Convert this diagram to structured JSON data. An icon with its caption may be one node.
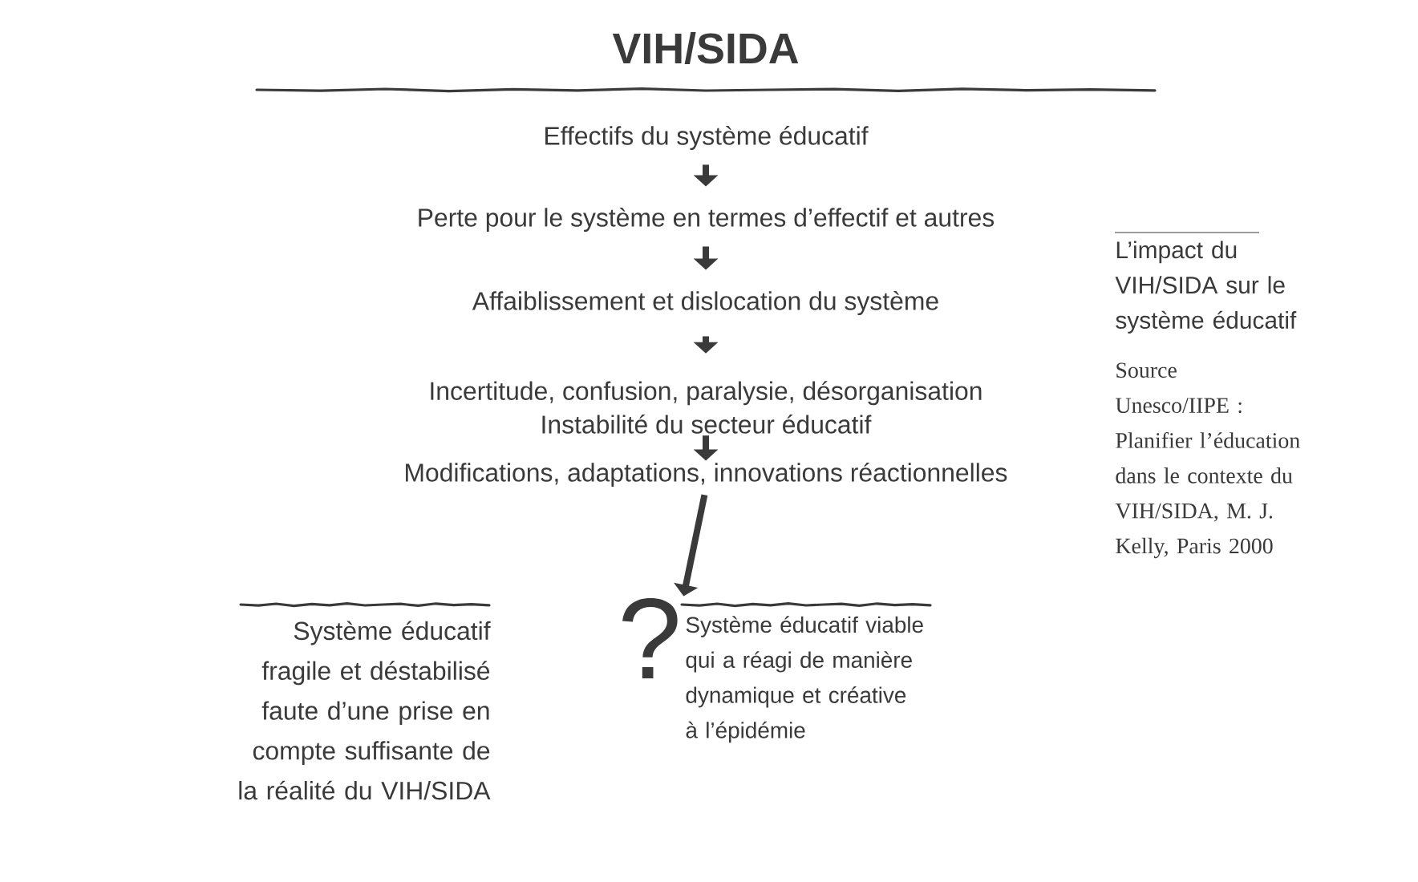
{
  "diagram": {
    "title": "VIH/SIDA",
    "caption": "L’impact du VIH/SIDA sur le système éducatif",
    "nodes": [
      {
        "text": [
          "Effectifs du système éducatif"
        ]
      },
      {
        "text": [
          "Perte pour le système en termes d’effectif et autres"
        ]
      },
      {
        "text": [
          "Affaiblissement et dislocation du système"
        ]
      },
      {
        "text": [
          "Incertitude, confusion, paralysie, désorganisation",
          "Instabilité du secteur éducatif"
        ]
      },
      {
        "text": [
          "Modifications, adaptations, innovations réactionnelles"
        ]
      },
      {
        "text": [
          "?"
        ]
      }
    ],
    "edges": [
      {
        "from": 0,
        "to": 1,
        "arrow": "to"
      },
      {
        "from": 1,
        "to": 2,
        "arrow": "to"
      },
      {
        "from": 2,
        "to": 3,
        "arrow": "to"
      },
      {
        "from": 3,
        "to": 4,
        "arrow": "to"
      },
      {
        "from": 4,
        "to": 5,
        "arrow": "to"
      }
    ],
    "labels": [
      "Système éducatif fragile et déstabilisé faute d’une prise en compte suffisante de la réalité du VIH/SIDA",
      "Système éducatif viable qui a réagi de manière dynamique et créative à l’épidémie",
      "Source",
      "Unesco/IIPE : Planifier l’éducation dans le contexte du VIH/SIDA, M. J. Kelly, Paris 2000"
    ]
  }
}
